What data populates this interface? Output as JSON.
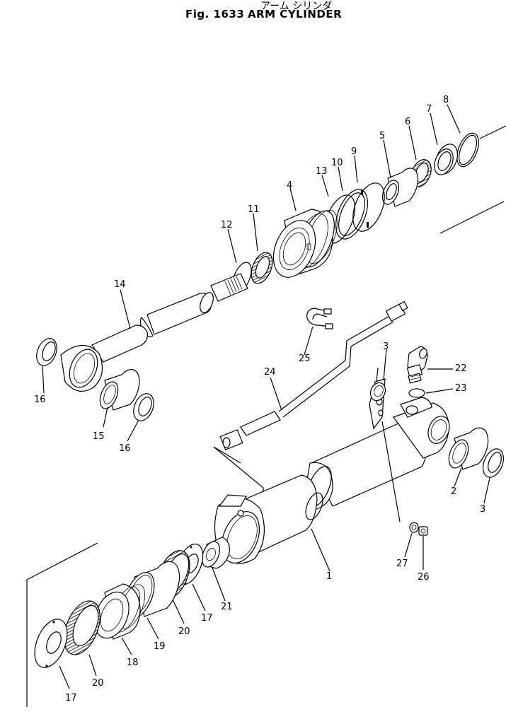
{
  "title": {
    "japanese": "アーム シリンダ",
    "figure": "Fig. 1633",
    "name": "ARM CYLINDER"
  },
  "callouts": {
    "c1": "1",
    "c2": "2",
    "c3a": "3",
    "c3b": "3",
    "c4": "4",
    "c5": "5",
    "c6": "6",
    "c7": "7",
    "c8": "8",
    "c9": "9",
    "c10": "10",
    "c11": "11",
    "c12": "12",
    "c13": "13",
    "c14": "14",
    "c15": "15",
    "c16a": "16",
    "c16b": "16",
    "c17a": "17",
    "c17b": "17",
    "c18": "18",
    "c19": "19",
    "c20a": "20",
    "c20b": "20",
    "c21": "21",
    "c22": "22",
    "c23": "23",
    "c24": "24",
    "c25": "25",
    "c26": "26",
    "c27": "27"
  }
}
